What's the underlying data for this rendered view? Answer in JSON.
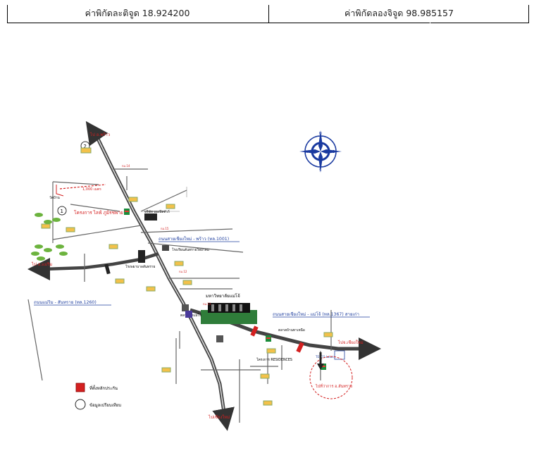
{
  "header": {
    "latitude": "ค่าพิกัดละติจูด 18.924200",
    "longitude": "ค่าพิกัดลองจิจูด 98.985157"
  },
  "map": {
    "directions": {
      "to_phrao": "ไป อ.พร้าว",
      "to_mae_rim": "ไป อ.แม่ริม",
      "to_chiang_mai_top": "ไปจ.เชียงใหม่",
      "to_chiang_mai_bottom": "ไปเชียงใหม่",
      "to_san_sai": "ไปที่ว่าการ อ.สันทราย"
    },
    "roads": {
      "mae_rim_san_sai": "ถนนแม่ริม - สันทราย (ทล.1260)",
      "chiang_mai_phrao": "ถนนสายเชียงใหม่ - พร้าว (ทล.1001)",
      "chiang_mai_mae_jo": "ถนนสายเชียงใหม่ - แม่โจ้ (ทล.1367) สายเก่า"
    },
    "places": {
      "maejo_university": "มหาวิทยาลัยแม่โจ้",
      "project_highlight": "โครงการ ไลฟ์ ภูมิรชพาย",
      "distance": "1,000 เมตร",
      "residence": "โครงการ RESIDENCES",
      "tesco": "TESCO Lotus",
      "market_maejo": "ตลาดนัดแม่โจ้",
      "sansai_hospital": "โรงพยาบาลสันทราย",
      "market_sansai": "ตลาดบ้านทาเหนือ",
      "school_sansai": "โรงเรียนสันทรายวิทยาคม",
      "km_marker_15": "กม.15",
      "km_marker_12": "กม.12",
      "km_marker_14": "กม.14",
      "km_marker_11": "กม.11",
      "shrine": "วัดบ้าน",
      "company": "บริษัท แมเปิลทัวร์"
    },
    "legend": {
      "red_square": "ที่ตั้งหลักประกัน",
      "circle": "ข้อมูลเปรียบเทียบ"
    },
    "compass": {
      "n": "N",
      "s": "S",
      "e": "E",
      "w": "W"
    },
    "markers": {
      "one": "1",
      "two": "2"
    },
    "colors": {
      "road": "#555555",
      "road_dark": "#333333",
      "accent_red": "#d42020",
      "road_label_blue": "#1f3f9f",
      "project_box": "#f3c14a"
    }
  }
}
